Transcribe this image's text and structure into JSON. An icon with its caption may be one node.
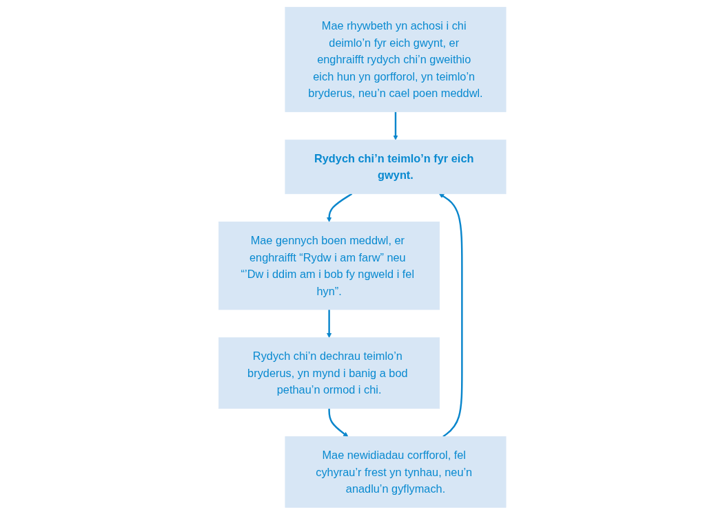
{
  "diagram": {
    "nodes": [
      {
        "text": [
          "Mae rhywbeth yn achosi i chi deimlo’n fyr eich gwynt, er enghraifft rydych chi’n gweithio eich hun yn gorfforol, yn teimlo’n bryderus, neu’n cael poen meddwl."
        ]
      },
      {
        "text": [
          "Rydych chi’n teimlo’n fyr eich gwynt."
        ]
      },
      {
        "text": [
          "Mae gennych boen meddwl, er enghraifft “Rydw i am farw” neu “’Dw i ddim am i bob fy ngweld i fel hyn”."
        ]
      },
      {
        "text": [
          "Rydych chi’n dechrau teimlo’n bryderus, yn mynd i banig a bod pethau’n ormod i chi."
        ]
      },
      {
        "text": [
          "Mae newidiadau corfforol, fel cyhyrau’r frest yn tynhau, neu’n anadlu’n gyflymach."
        ]
      }
    ],
    "edges": [
      {
        "from": 0,
        "to": 1,
        "arrow": "to"
      },
      {
        "from": 1,
        "to": 2,
        "arrow": "to"
      },
      {
        "from": 2,
        "to": 3,
        "arrow": "to"
      },
      {
        "from": 3,
        "to": 4,
        "arrow": "to"
      },
      {
        "from": 4,
        "to": 1,
        "arrow": "to"
      }
    ]
  }
}
